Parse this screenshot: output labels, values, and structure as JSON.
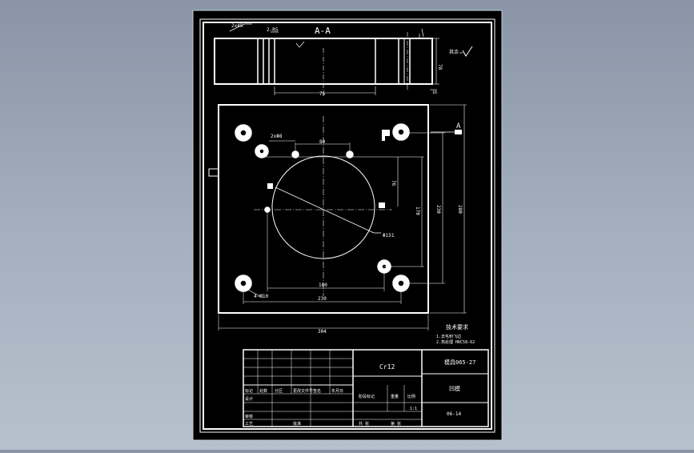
{
  "section_view": {
    "label": "A-A",
    "dim_chamfer": "2x45",
    "dim_bevel": "2-R5",
    "dim_width_75": "75",
    "dim_height_78": "78",
    "dim_gap_16": "16",
    "roughness_note": "其余"
  },
  "plan_view": {
    "view_arrow_label": "A",
    "dim_304": "304",
    "dim_280": "280",
    "dim_230_vertical": "230",
    "dim_230_horizontal": "230",
    "dim_180": "180",
    "dim_170": "170",
    "dim_76": "76",
    "dim_80": "80",
    "hole_callout_small": "2xΦ8",
    "hole_callout_center": "Φ151",
    "hole_callout_corner": "4-M10"
  },
  "technical_requirements": {
    "title": "技术要求",
    "line1": "1.去毛刺飞边",
    "line2": "2.热处理 HRC58-62"
  },
  "title_block": {
    "material": "Cr12",
    "drawing_title": "模具065-27",
    "part_name": "凹模",
    "drawing_number": "06-14",
    "row_labels": [
      "标记",
      "处数",
      "分区",
      "更改文件号",
      "签名",
      "年月日"
    ],
    "design_label": "设计",
    "process_label": "工艺",
    "check_label": "审核",
    "approve_label": "批准",
    "stage_label": "阶段标记",
    "weight_label": "重量",
    "scale_label": "比例",
    "scale_value": "1:1",
    "sheet_label": "共 张",
    "sheet_label2": "第 张"
  }
}
